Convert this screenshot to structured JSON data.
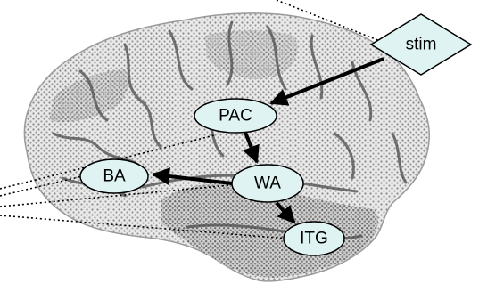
{
  "nodes": {
    "stim": "stim",
    "pac": "PAC",
    "wa": "WA",
    "ba": "BA",
    "itg": "ITG"
  },
  "colors": {
    "node_fill": "#dff3f3",
    "node_stroke": "#000000",
    "edge": "#000000",
    "brain_light": "#e4e4e4",
    "brain_mid": "#b8b8b8",
    "brain_dark": "#6a6a6a"
  },
  "edges": [
    {
      "from": "stim",
      "to": "PAC",
      "style": "solid"
    },
    {
      "from": "PAC",
      "to": "WA",
      "style": "solid"
    },
    {
      "from": "WA",
      "to": "BA",
      "style": "solid"
    },
    {
      "from": "WA",
      "to": "ITG",
      "style": "solid"
    }
  ]
}
